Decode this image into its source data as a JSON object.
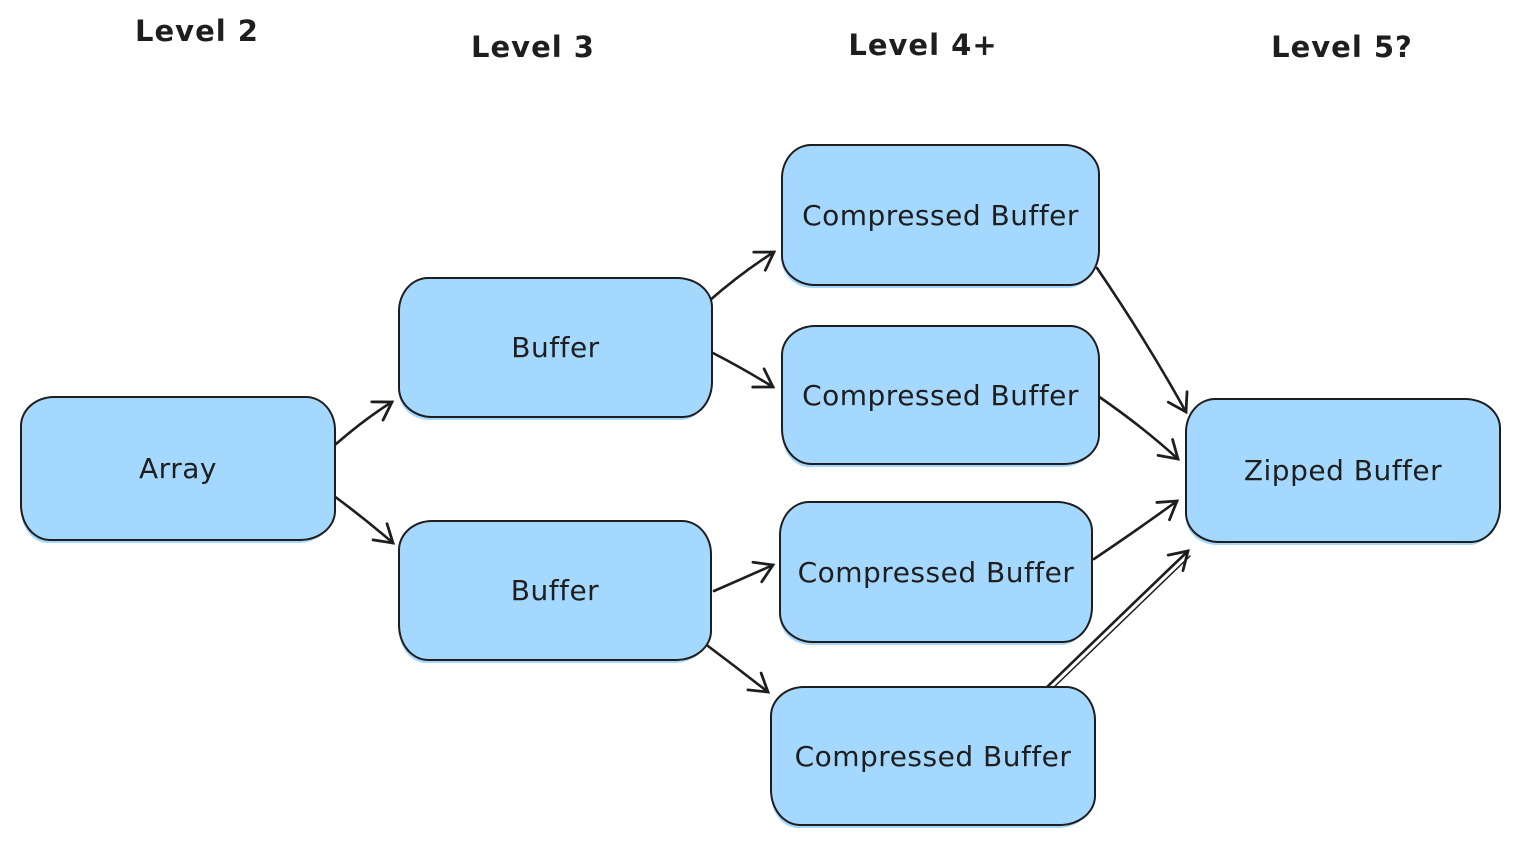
{
  "diagram": {
    "description": "Hand-drawn style flow diagram of buffer processing levels",
    "colors": {
      "background": "#ffffff",
      "node_fill": "#a5d8ff",
      "stroke": "#1e1e1e",
      "text": "#1e1e1e"
    },
    "headers": [
      {
        "id": "level-2",
        "label": "Level 2"
      },
      {
        "id": "level-3",
        "label": "Level 3"
      },
      {
        "id": "level-4",
        "label": "Level 4+"
      },
      {
        "id": "level-5",
        "label": "Level 5?"
      }
    ],
    "nodes": [
      {
        "id": "array",
        "label": "Array"
      },
      {
        "id": "buffer-top",
        "label": "Buffer"
      },
      {
        "id": "buffer-bottom",
        "label": "Buffer"
      },
      {
        "id": "compressed-1",
        "label": "Compressed Buffer"
      },
      {
        "id": "compressed-2",
        "label": "Compressed Buffer"
      },
      {
        "id": "compressed-3",
        "label": "Compressed Buffer"
      },
      {
        "id": "compressed-4",
        "label": "Compressed Buffer"
      },
      {
        "id": "zipped",
        "label": "Zipped Buffer"
      }
    ],
    "edges": [
      {
        "from": "array",
        "to": "buffer-top"
      },
      {
        "from": "array",
        "to": "buffer-bottom"
      },
      {
        "from": "buffer-top",
        "to": "compressed-1"
      },
      {
        "from": "buffer-top",
        "to": "compressed-2"
      },
      {
        "from": "buffer-bottom",
        "to": "compressed-3"
      },
      {
        "from": "buffer-bottom",
        "to": "compressed-4"
      },
      {
        "from": "compressed-1",
        "to": "zipped"
      },
      {
        "from": "compressed-2",
        "to": "zipped"
      },
      {
        "from": "compressed-3",
        "to": "zipped"
      },
      {
        "from": "compressed-4",
        "to": "zipped"
      }
    ]
  }
}
